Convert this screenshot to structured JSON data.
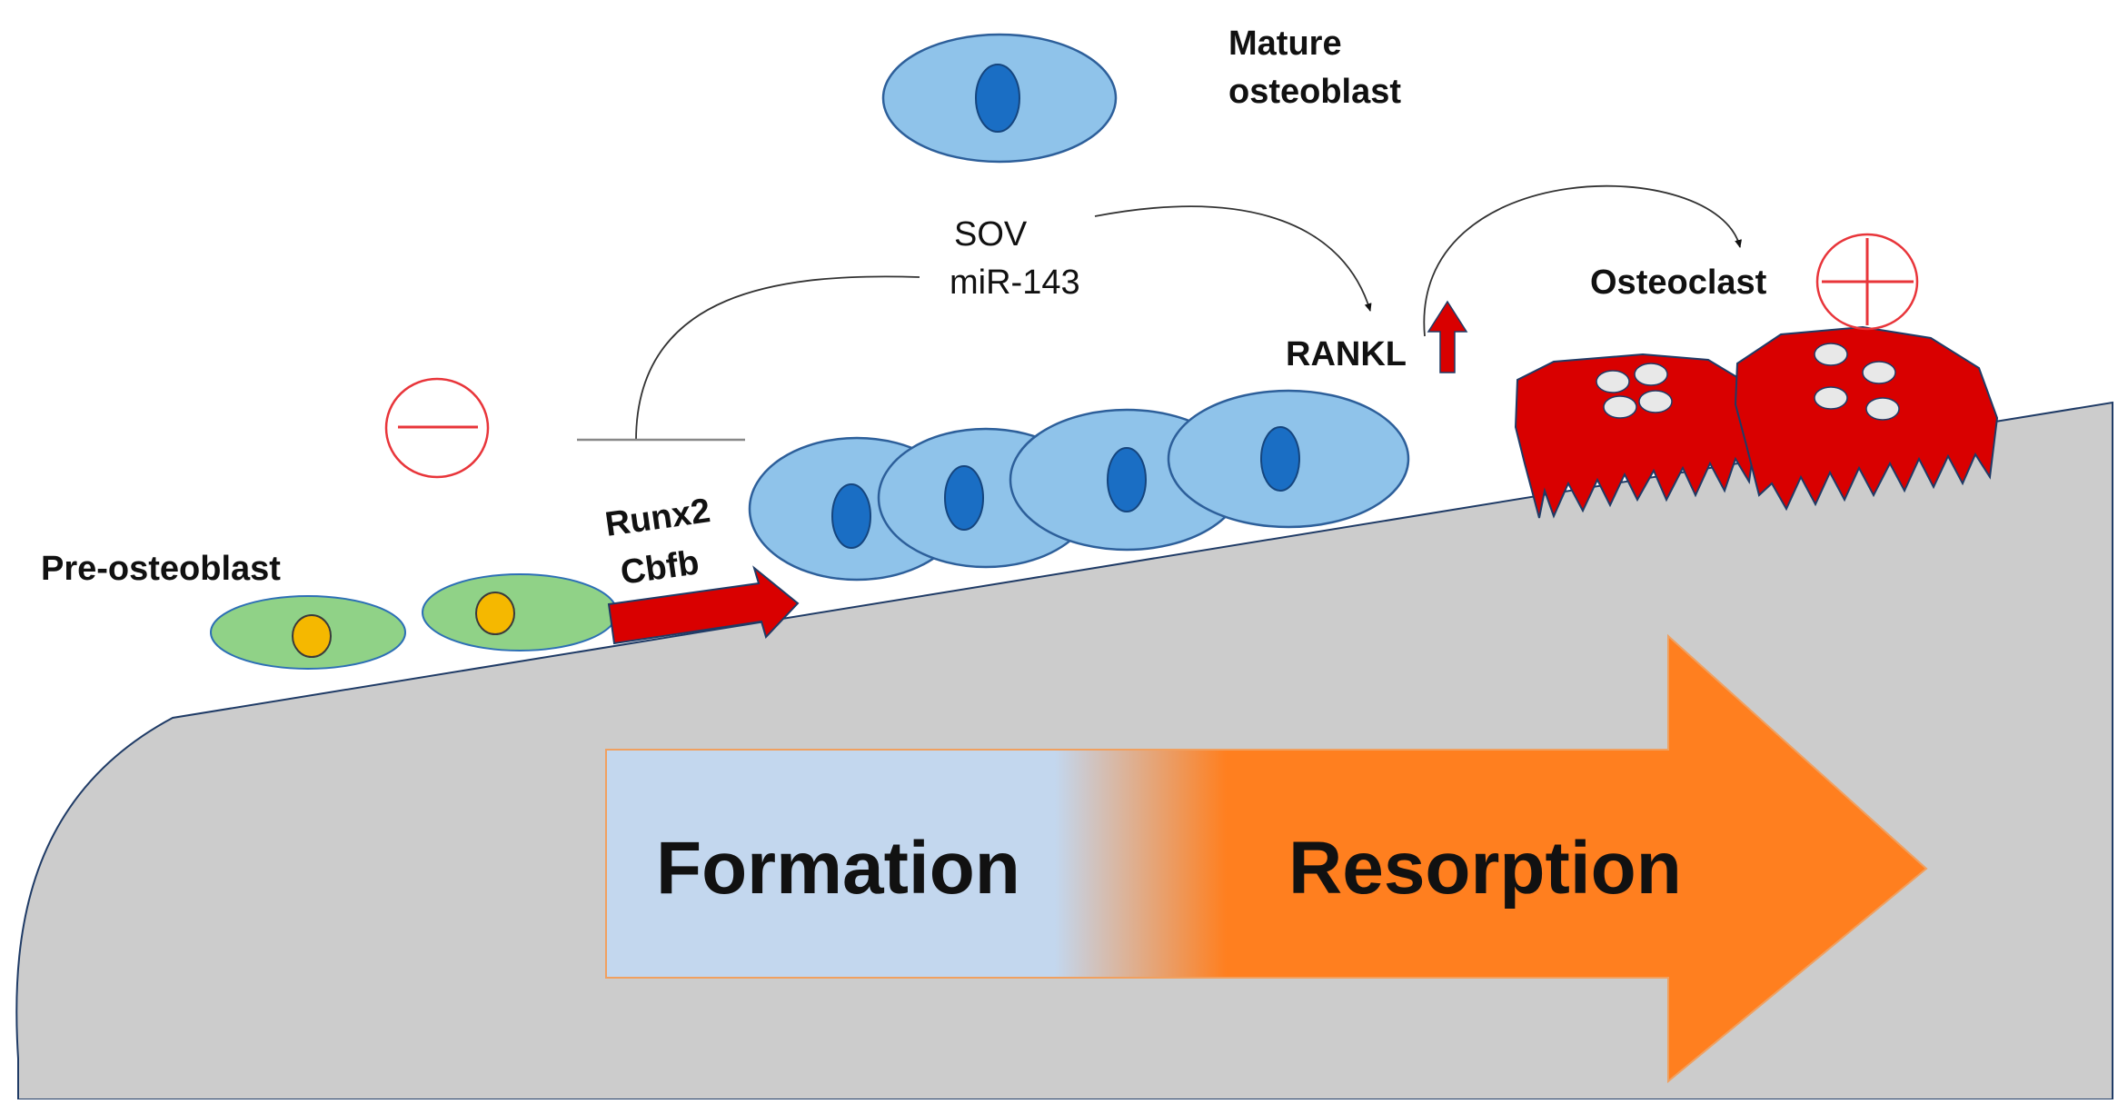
{
  "labels": {
    "mature_osteoblast_line1": "Mature",
    "mature_osteoblast_line2": "osteoblast",
    "sov": "SOV",
    "mir143": "miR-143",
    "rankl": "RANKL",
    "osteoclast": "Osteoclast",
    "pre_osteoblast": "Pre-osteoblast",
    "runx2": "Runx2",
    "cbfb": "Cbfb",
    "formation": "Formation",
    "resorption": "Resorption"
  },
  "signs": {
    "inhibition": "minus",
    "activation": "plus"
  },
  "colors": {
    "bone": "#cccccc",
    "osteoblast_fill": "#8fc3ea",
    "osteoblast_nucleus": "#1a6ec4",
    "pre_osteoblast_fill": "#90d287",
    "pre_osteoblast_nucleus": "#f5b800",
    "osteoclast_fill": "#d90000",
    "formation_color": "#c3d7ee",
    "resorption_color": "#ff7f1f",
    "red_arrow": "#d90000",
    "sign_red": "#e8353a"
  }
}
